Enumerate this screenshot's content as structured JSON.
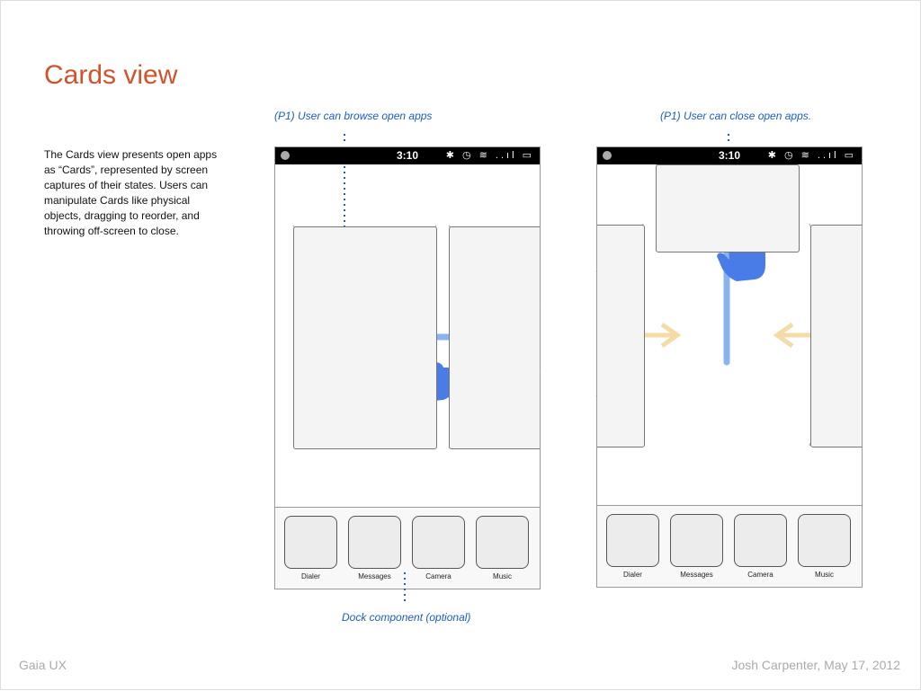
{
  "title": "Cards view",
  "description": "The Cards view presents open apps as “Cards”, represented by screen captures of their states.  Users can manipulate Cards like physical objects, dragging to reorder, and throwing off-screen to close.",
  "captions": {
    "browse": "(P1) User can browse open apps",
    "close": "(P1) User can close open apps.",
    "dock": "Dock component (optional)"
  },
  "status_bar": {
    "time": "3:10",
    "icons": "✱ ◷ ≋ ..ıl ▭"
  },
  "dock_apps": [
    "Dialer",
    "Messages",
    "Camera",
    "Music"
  ],
  "footer": {
    "left": "Gaia UX",
    "right": "Josh Carpenter, May 17, 2012"
  },
  "colors": {
    "accent": "#d0532a",
    "caption": "#1a5cc8",
    "arrow": "#8ab4f0",
    "hand": "#4a7ce8",
    "ghost_arrow": "#f5dba8"
  }
}
